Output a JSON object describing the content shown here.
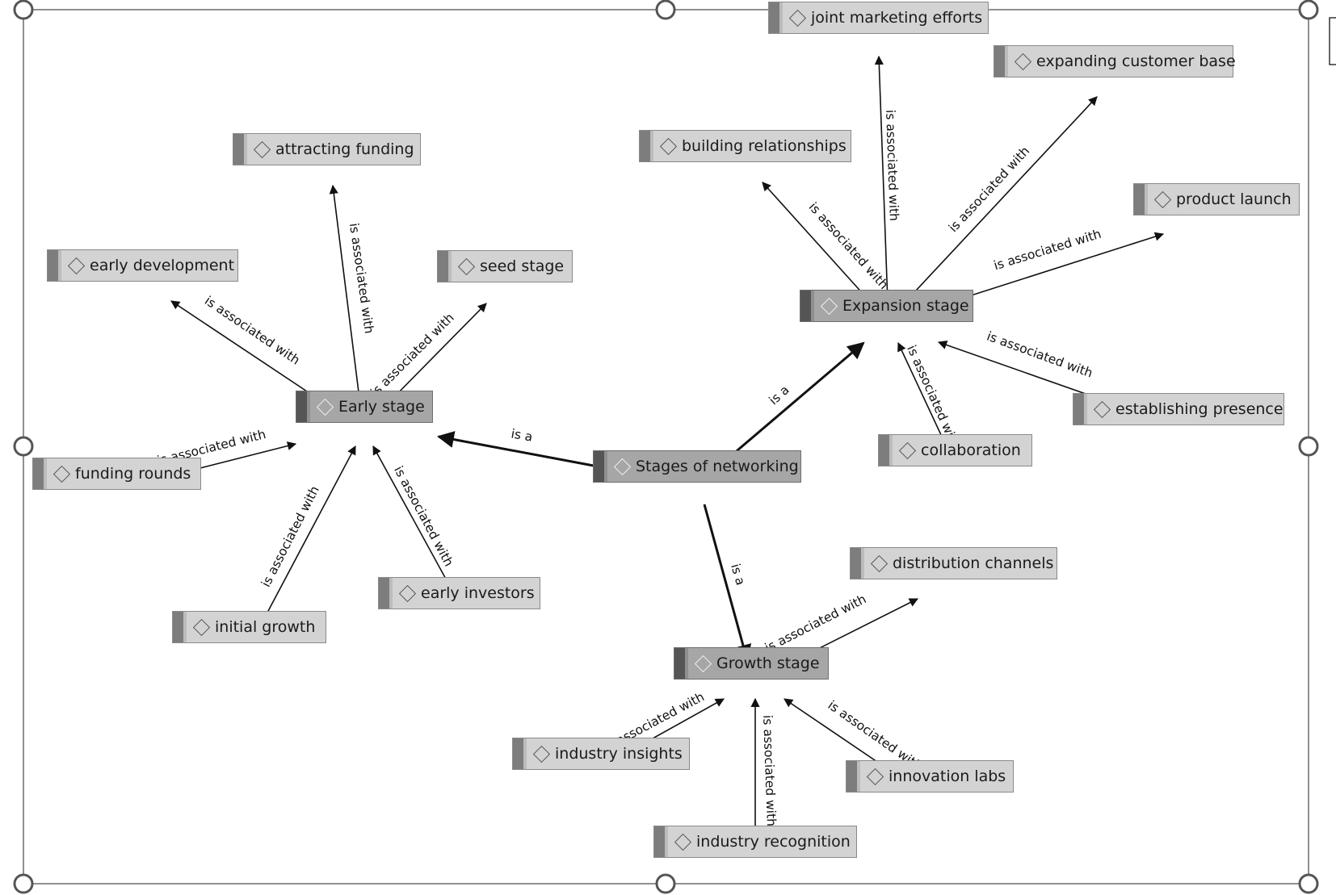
{
  "diagram": {
    "center": {
      "id": "stages-of-networking",
      "label": "Stages of networking"
    },
    "hubs": [
      {
        "id": "early-stage",
        "label": "Early stage",
        "relation": "is a"
      },
      {
        "id": "expansion-stage",
        "label": "Expansion stage",
        "relation": "is a"
      },
      {
        "id": "growth-stage",
        "label": "Growth stage",
        "relation": "is a"
      }
    ],
    "leaves": [
      {
        "id": "attracting-funding",
        "label": "attracting funding",
        "hub": "early-stage",
        "relation": "is associated with"
      },
      {
        "id": "early-development",
        "label": "early development",
        "hub": "early-stage",
        "relation": "is associated with"
      },
      {
        "id": "seed-stage",
        "label": "seed stage",
        "hub": "early-stage",
        "relation": "is associated with"
      },
      {
        "id": "funding-rounds",
        "label": "funding rounds",
        "hub": "early-stage",
        "relation": "is associated with"
      },
      {
        "id": "initial-growth",
        "label": "initial growth",
        "hub": "early-stage",
        "relation": "is associated with"
      },
      {
        "id": "early-investors",
        "label": "early investors",
        "hub": "early-stage",
        "relation": "is associated with"
      },
      {
        "id": "joint-marketing-efforts",
        "label": "joint marketing efforts",
        "hub": "expansion-stage",
        "relation": "is associated with"
      },
      {
        "id": "expanding-customer-base",
        "label": "expanding customer base",
        "hub": "expansion-stage",
        "relation": "is associated with"
      },
      {
        "id": "building-relationships",
        "label": "building relationships",
        "hub": "expansion-stage",
        "relation": "is associated with"
      },
      {
        "id": "product-launch",
        "label": "product launch",
        "hub": "expansion-stage",
        "relation": "is associated with"
      },
      {
        "id": "establishing-presence",
        "label": "establishing presence",
        "hub": "expansion-stage",
        "relation": "is associated with"
      },
      {
        "id": "collaboration",
        "label": "collaboration",
        "hub": "expansion-stage",
        "relation": "is associated with"
      },
      {
        "id": "distribution-channels",
        "label": "distribution channels",
        "hub": "growth-stage",
        "relation": "is associated with"
      },
      {
        "id": "industry-insights",
        "label": "industry insights",
        "hub": "growth-stage",
        "relation": "is associated with"
      },
      {
        "id": "innovation-labs",
        "label": "innovation labs",
        "hub": "growth-stage",
        "relation": "is associated with"
      },
      {
        "id": "industry-recognition",
        "label": "industry recognition",
        "hub": "growth-stage",
        "relation": "is associated with"
      }
    ]
  }
}
